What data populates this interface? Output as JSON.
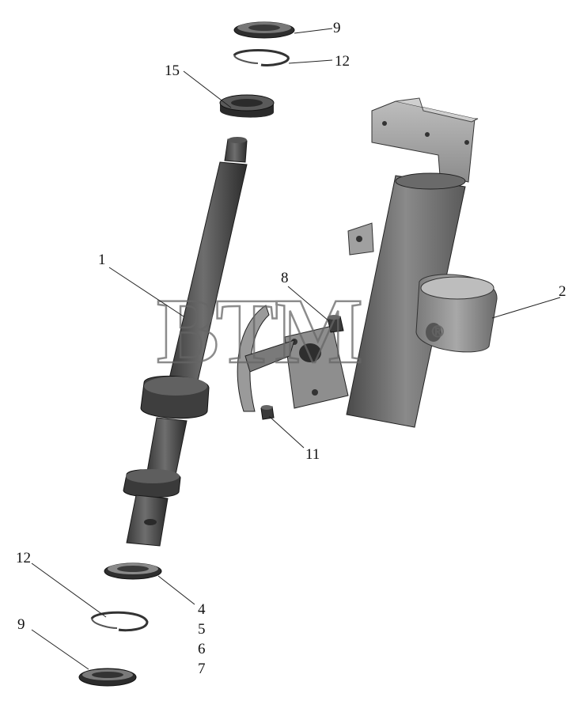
{
  "watermark": {
    "text": "BTM",
    "registered_mark": "®"
  },
  "callouts": [
    {
      "id": "9-top",
      "label": "9"
    },
    {
      "id": "12-top",
      "label": "12"
    },
    {
      "id": "15",
      "label": "15"
    },
    {
      "id": "1",
      "label": "1"
    },
    {
      "id": "8",
      "label": "8"
    },
    {
      "id": "2",
      "label": "2"
    },
    {
      "id": "11",
      "label": "11"
    },
    {
      "id": "12-bottom",
      "label": "12"
    },
    {
      "id": "4",
      "label": "4"
    },
    {
      "id": "5",
      "label": "5"
    },
    {
      "id": "6",
      "label": "6"
    },
    {
      "id": "7",
      "label": "7"
    },
    {
      "id": "9-bottom",
      "label": "9"
    }
  ]
}
